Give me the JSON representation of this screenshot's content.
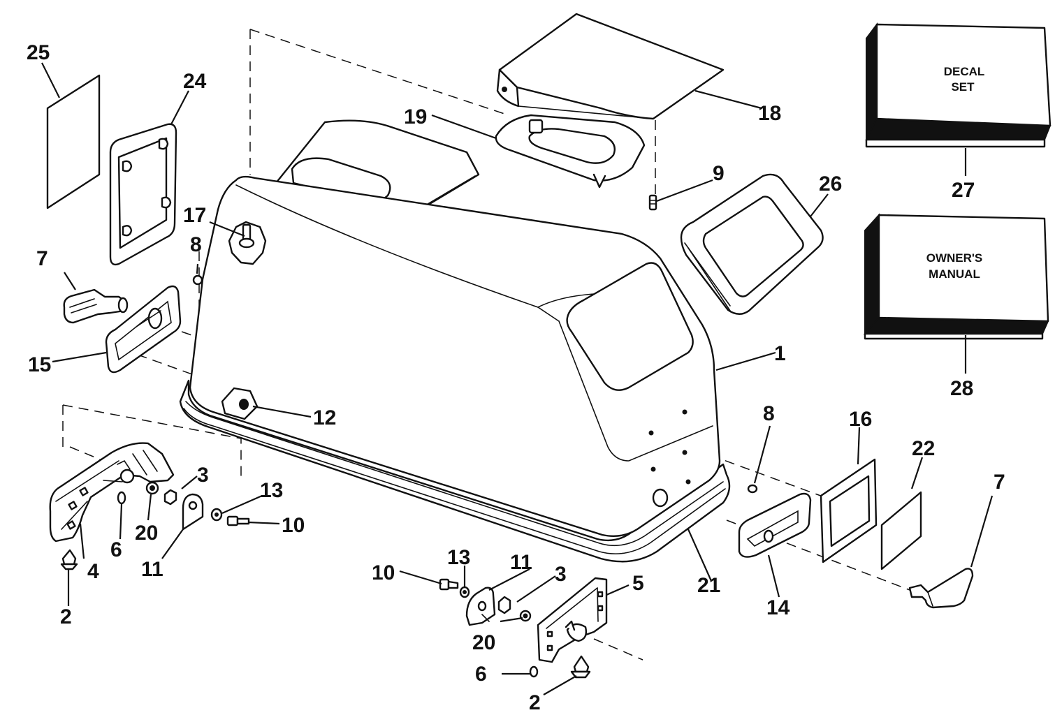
{
  "callouts": {
    "c1": "1",
    "c2a": "2",
    "c2b": "2",
    "c3a": "3",
    "c3b": "3",
    "c4": "4",
    "c5": "5",
    "c6a": "6",
    "c6b": "6",
    "c7a": "7",
    "c7b": "7",
    "c8a": "8",
    "c8b": "8",
    "c9": "9",
    "c10a": "10",
    "c10b": "10",
    "c11a": "11",
    "c11b": "11",
    "c12": "12",
    "c13a": "13",
    "c13b": "13",
    "c14": "14",
    "c15": "15",
    "c16": "16",
    "c17": "17",
    "c18": "18",
    "c19": "19",
    "c20a": "20",
    "c20b": "20",
    "c21": "21",
    "c22": "22",
    "c24": "24",
    "c25": "25",
    "c26": "26",
    "c27": "27",
    "c28": "28"
  },
  "boxes": {
    "decal_line1": "DECAL",
    "decal_line2": "SET",
    "manual_line1": "OWNER'S",
    "manual_line2": "MANUAL"
  }
}
